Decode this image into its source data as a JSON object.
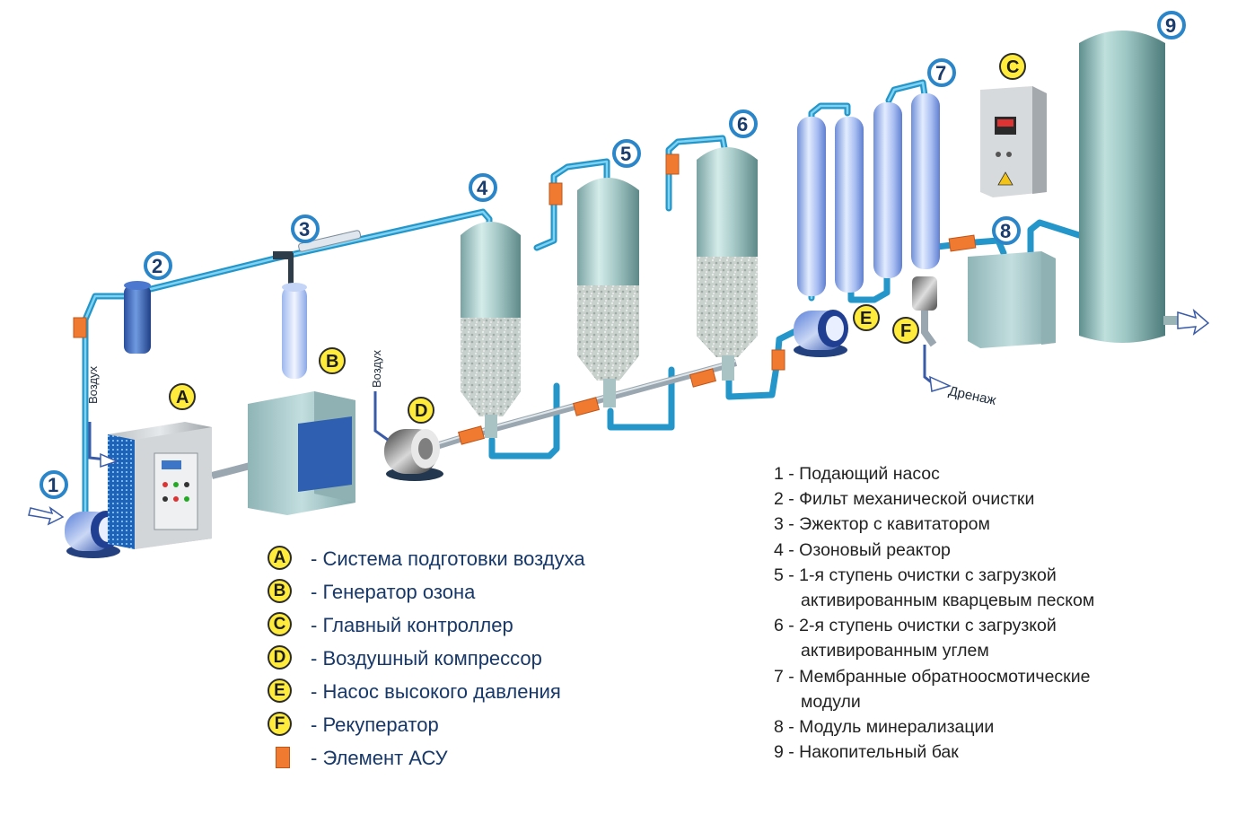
{
  "labels": {
    "air_left": "Воздух",
    "air_right": "Воздух",
    "drain": "Дренаж"
  },
  "markers": {
    "n1": "1",
    "n2": "2",
    "n3": "3",
    "n4": "4",
    "n5": "5",
    "n6": "6",
    "n7": "7",
    "n8": "8",
    "n9": "9",
    "A": "A",
    "B": "B",
    "C": "C",
    "D": "D",
    "E": "E",
    "F": "F"
  },
  "legend_left": {
    "A": {
      "key": "A",
      "text": "- Система подготовки воздуха"
    },
    "B": {
      "key": "B",
      "text": "- Генератор озона"
    },
    "C": {
      "key": "C",
      "text": "- Главный контроллер"
    },
    "D": {
      "key": "D",
      "text": "- Воздушный компрессор"
    },
    "E": {
      "key": "E",
      "text": "- Насос высокого давления"
    },
    "F": {
      "key": "F",
      "text": "- Рекуператор"
    },
    "asu": {
      "text": "- Элемент АСУ"
    }
  },
  "legend_right": {
    "l1": "1 - Подающий насос",
    "l2": "2 - Фильт механической очистки",
    "l3": "3 - Эжектор с кавитатором",
    "l4": "4 - Озоновый реактор",
    "l5a": "5 - 1-я ступень очистки с загрузкой",
    "l5b": "активированным кварцевым песком",
    "l6a": "6 - 2-я ступень очистки с загрузкой",
    "l6b": "активированным углем",
    "l7a": "7 - Мембранные обратноосмотические",
    "l7b": "модули",
    "l8": "8 - Модуль минерализации",
    "l9": "9 - Накопительный бак"
  },
  "colors": {
    "pipe": "#2596c9",
    "number_ring": "#2a86c8",
    "letter_fill": "#ffeb3b",
    "asu": "#f07a30",
    "legend_text": "#173868"
  }
}
